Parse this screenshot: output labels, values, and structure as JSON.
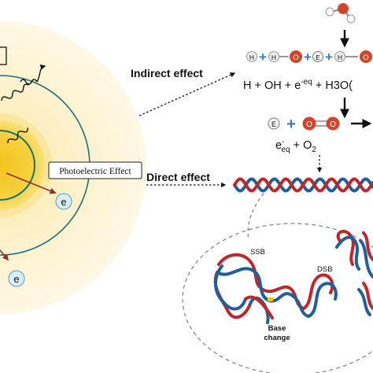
{
  "labels": {
    "indirect_effect": "Indirect effect",
    "direct_effect": "Direct effect",
    "photoelectric_effect": "Photoelectric Effect",
    "ssb": "SSB",
    "dsb": "DSB",
    "base_change_line1": "Base",
    "base_change_line2": "change"
  },
  "species": {
    "h": "H",
    "o": "O",
    "e": "E",
    "electron": "e"
  },
  "equations": {
    "radiolysis": {
      "lead": "H + OH + e",
      "sup": "-eq",
      "tail": " + H3O("
    },
    "superoxide": {
      "e_lead": "e",
      "e_sup": "-",
      "e_sub": "eq",
      "tail": " + O",
      "tail_sub": "2"
    }
  },
  "colors": {
    "halo_outer": "#fdf6dc",
    "halo_inner": "#f8d64a",
    "strand_red": "#c0262c",
    "strand_blue": "#1f5f9a",
    "oxygen_red": "#d2452b",
    "electron_fill": "#d9eef6",
    "arrow": "#111111"
  }
}
